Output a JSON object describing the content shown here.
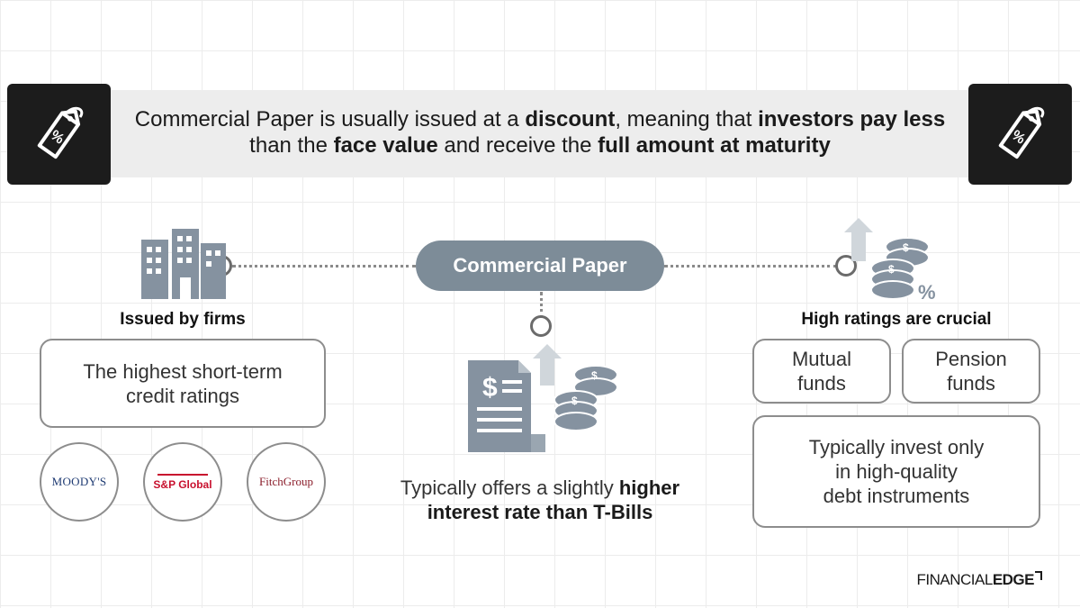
{
  "banner": {
    "parts": [
      {
        "text": "Commercial Paper is usually issued at a ",
        "bold": false
      },
      {
        "text": "discount",
        "bold": true
      },
      {
        "text": ", meaning that ",
        "bold": false
      },
      {
        "text": "investors pay less",
        "bold": true
      },
      {
        "text": " than the ",
        "bold": false
      },
      {
        "text": "face value",
        "bold": true
      },
      {
        "text": " and receive the ",
        "bold": false
      },
      {
        "text": "full amount at maturity",
        "bold": true
      }
    ],
    "icon_left": "price-tag-percent-icon",
    "icon_right": "price-tag-percent-icon"
  },
  "center": {
    "label": "Commercial Paper",
    "note_normal": "Typically offers a slightly ",
    "note_bold1": "higher",
    "note_bold2": "interest rate than T-Bills",
    "icon": "document-dollar-coins-icon"
  },
  "left": {
    "heading": "Issued by firms",
    "box_line1": "The highest short-term",
    "box_line2": "credit ratings",
    "icon": "office-buildings-icon",
    "agencies": [
      "Moody's",
      "S&P Global",
      "FitchGroup"
    ],
    "moodys_display": "MOODY'S",
    "sp_display": "S&P Global",
    "fitch_display": "FitchGroup"
  },
  "right": {
    "heading": "High ratings are crucial",
    "box_a_line1": "Mutual",
    "box_a_line2": "funds",
    "box_b_line1": "Pension",
    "box_b_line2": "funds",
    "box_c_line1": "Typically invest only",
    "box_c_line2": "in high-quality",
    "box_c_line3": "debt instruments",
    "icon": "coins-percent-arrow-icon"
  },
  "brand": {
    "part1": "FINANCIAL",
    "part2": "EDGE"
  },
  "colors": {
    "pill": "#7d8c98",
    "icon_gray": "#8592a0",
    "dark_box": "#1c1c1c",
    "sp_red": "#c8102e",
    "fitch_red": "#8b1e2b",
    "moodys_blue": "#1f3b73"
  }
}
